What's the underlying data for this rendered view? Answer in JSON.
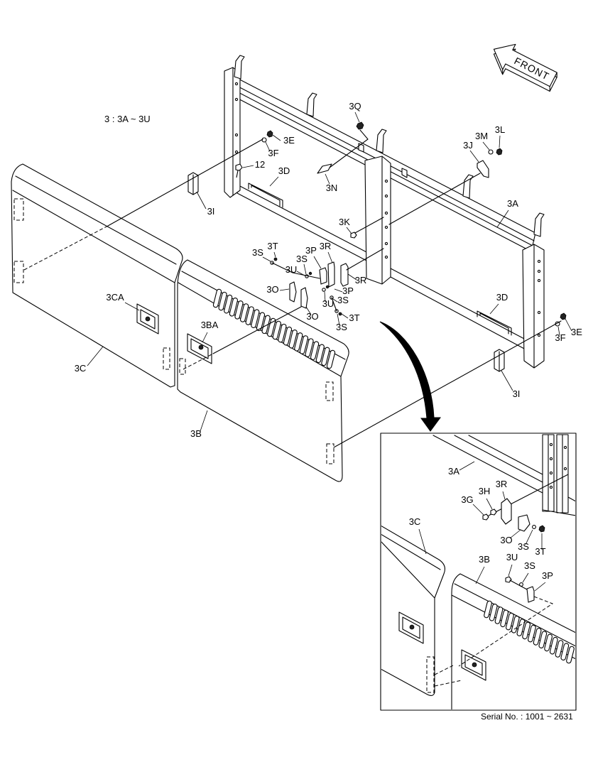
{
  "title": "3 : 3A ~ 3U",
  "direction_label": "FRONT",
  "main_labels": [
    "3Q",
    "3E",
    "3F",
    "3L",
    "3M",
    "3J",
    "12",
    "3D",
    "3N",
    "3I",
    "3A",
    "3K",
    "3T",
    "3S",
    "3P",
    "3R",
    "3S",
    "3U",
    "3R",
    "3O",
    "3P",
    "3S",
    "3U",
    "3CA",
    "3D",
    "3O",
    "3T",
    "3S",
    "3E",
    "3F",
    "3BA",
    "3C",
    "3I",
    "3B"
  ],
  "inset_labels": [
    "3A",
    "3R",
    "3H",
    "3G",
    "3O",
    "3S",
    "3T",
    "3C",
    "3B",
    "3U",
    "3S",
    "3P"
  ],
  "serial": "Serial No. : 1001 ~ 2631",
  "colors": {
    "line": "#000000",
    "background": "#ffffff"
  }
}
